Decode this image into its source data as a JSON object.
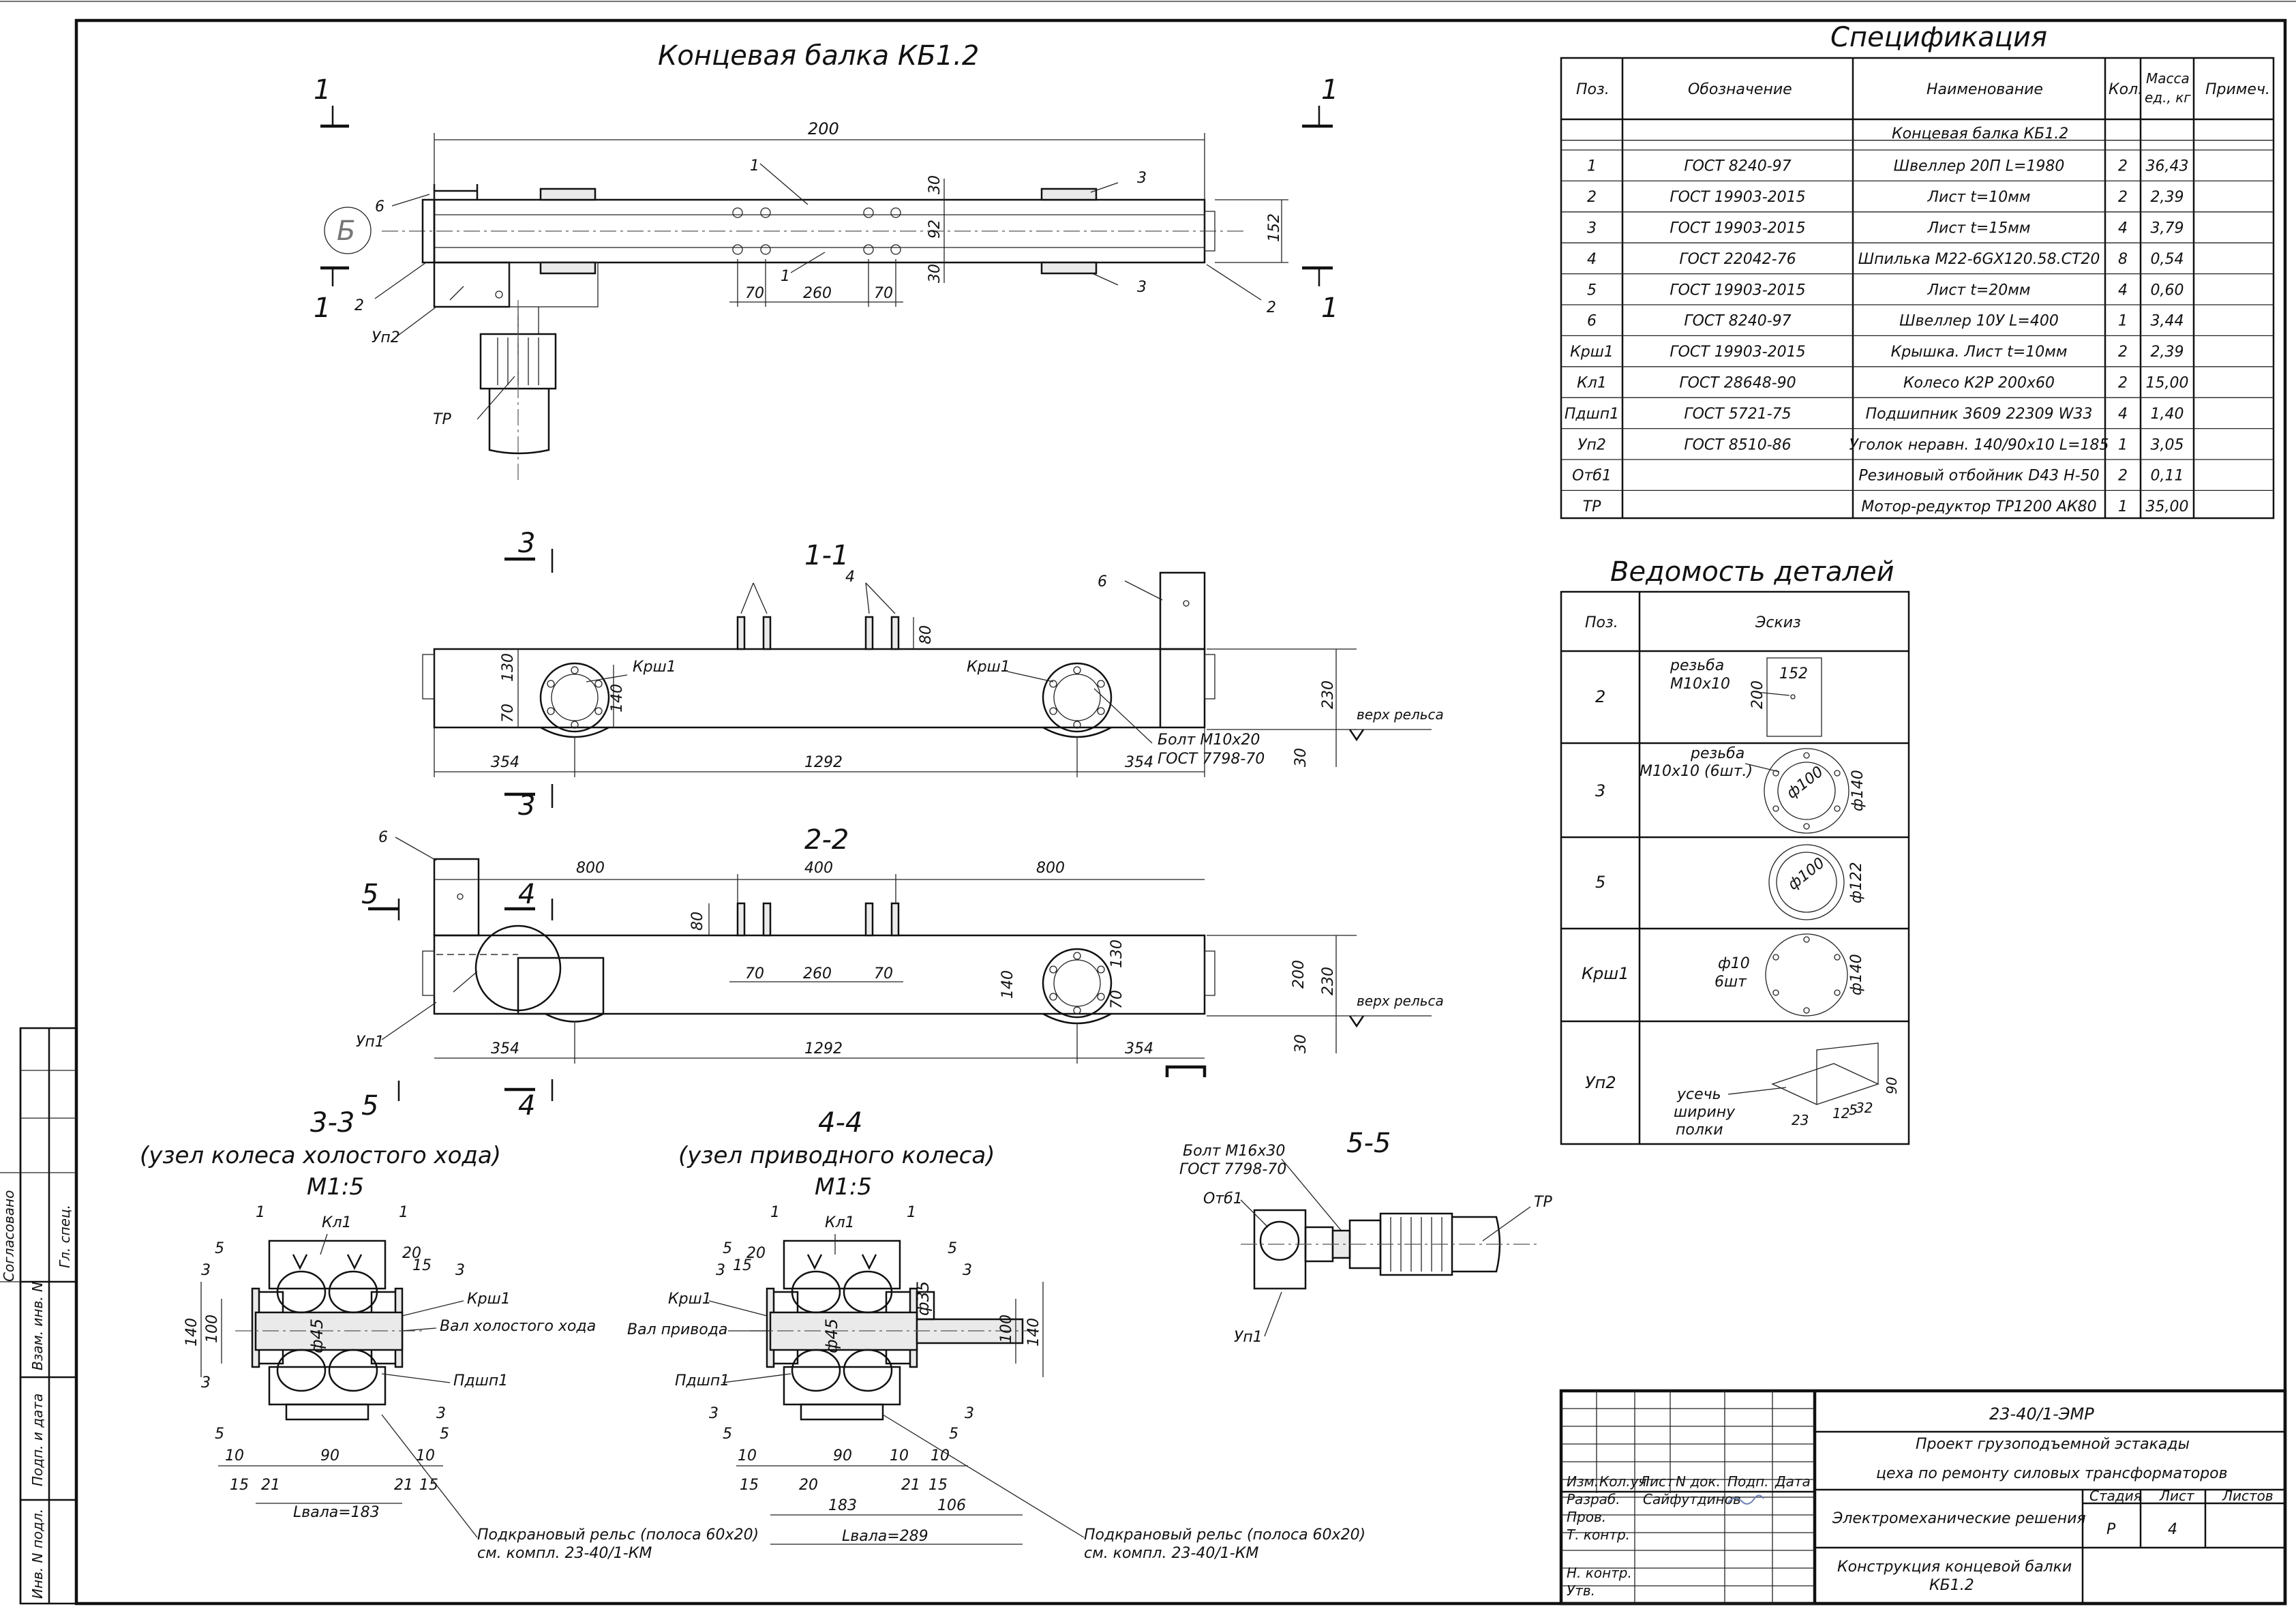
{
  "main_title": "Концевая балка КБ1.2",
  "view_markers": {
    "cut1_left": "1",
    "cut1_right": "1",
    "b_marker": "Б",
    "cut3": "3",
    "cut4": "4",
    "cut5": "5"
  },
  "top_view": {
    "dim_length": "200",
    "dim_30_top": "30",
    "dim_92": "92",
    "dim_30_bot": "30",
    "dim_152": "152",
    "dim_70a": "70",
    "dim_260": "260",
    "dim_70b": "70",
    "pos1a": "1",
    "pos1b": "1",
    "pos2a": "2",
    "pos2b": "2",
    "pos3a": "3",
    "pos3b": "3",
    "pos6": "6",
    "up2": "Уп2",
    "tr": "ТР"
  },
  "section_1_1": {
    "title": "1-1",
    "pos4": "4",
    "pos6": "6",
    "dim_80": "80",
    "dim_130": "130",
    "dim_70": "70",
    "dim_140": "140",
    "krsh_left": "Крш1",
    "krsh_right": "Крш1",
    "bolt_line1": "Болт М10х20",
    "bolt_line2": "ГОСТ 7798-70",
    "dim_354a": "354",
    "dim_1292": "1292",
    "dim_354b": "354",
    "dim_230": "230",
    "dim_30": "30",
    "rail_top": "верх рельса"
  },
  "section_2_2": {
    "title": "2-2",
    "pos6": "6",
    "dim_800a": "800",
    "dim_400": "400",
    "dim_800b": "800",
    "dim_80": "80",
    "dim_70a": "70",
    "dim_260": "260",
    "dim_70b": "70",
    "dim_140": "140",
    "dim_130": "130",
    "dim_70c": "70",
    "dim_200": "200",
    "dim_230": "230",
    "dim_30": "30",
    "rail_top": "верх рельса",
    "up1": "Уп1",
    "dim_354a": "354",
    "dim_1292": "1292",
    "dim_354b": "354"
  },
  "section_3_3": {
    "title": "3-3",
    "subtitle": "(узел колеса холостого хода)",
    "scale": "М1:5",
    "kl1": "Кл1",
    "krsh1": "Крш1",
    "shaft": "Вал холостого хода",
    "pdsh1": "Пдшп1",
    "phi45": "ф45",
    "dim_140": "140",
    "dim_100": "100",
    "dims_bottom": [
      "10",
      "15",
      "21",
      "90",
      "21",
      "15",
      "10"
    ],
    "lval": "Lвала=183",
    "rail_note_1": "Подкрановый рельс (полоса 60х20)",
    "rail_note_2": "см. компл. 23-40/1-КМ"
  },
  "section_4_4": {
    "title": "4-4",
    "subtitle": "(узел приводного колеса)",
    "scale": "М1:5",
    "kl1": "Кл1",
    "krsh1": "Крш1",
    "shaft": "Вал привода",
    "pdsh1": "Пдшп1",
    "phi45": "ф45",
    "phi35": "ф35",
    "dim_140": "140",
    "dim_100": "100",
    "dims_bottom": [
      "10",
      "15",
      "20",
      "90",
      "10",
      "21",
      "15",
      "10"
    ],
    "dim_183": "183",
    "dim_106": "106",
    "lval": "Lвала=289",
    "rail_note_1": "Подкрановый рельс (полоса 60х20)",
    "rail_note_2": "см. компл. 23-40/1-КМ"
  },
  "section_5_5": {
    "title": "5-5",
    "bolt_line1": "Болт М16х30",
    "bolt_line2": "ГОСТ 7798-70",
    "otb1": "Отб1",
    "tr": "ТР",
    "up1": "Уп1"
  },
  "specification": {
    "title": "Спецификация",
    "headers": [
      "Поз.",
      "Обозначение",
      "Наименование",
      "Кол.",
      "Масса ед., кг",
      "Примеч."
    ],
    "group_row": "Концевая балка КБ1.2",
    "rows": [
      [
        "1",
        "ГОСТ 8240-97",
        "Швеллер 20П L=1980",
        "2",
        "36,43",
        ""
      ],
      [
        "2",
        "ГОСТ 19903-2015",
        "Лист t=10мм",
        "2",
        "2,39",
        ""
      ],
      [
        "3",
        "ГОСТ 19903-2015",
        "Лист t=15мм",
        "4",
        "3,79",
        ""
      ],
      [
        "4",
        "ГОСТ 22042-76",
        "Шпилька М22-6GX120.58.СТ20",
        "8",
        "0,54",
        ""
      ],
      [
        "5",
        "ГОСТ 19903-2015",
        "Лист t=20мм",
        "4",
        "0,60",
        ""
      ],
      [
        "6",
        "ГОСТ 8240-97",
        "Швеллер 10У L=400",
        "1",
        "3,44",
        ""
      ],
      [
        "Крш1",
        "ГОСТ 19903-2015",
        "Крышка. Лист t=10мм",
        "2",
        "2,39",
        ""
      ],
      [
        "Кл1",
        "ГОСТ 28648-90",
        "Колесо К2Р 200х60",
        "2",
        "15,00",
        ""
      ],
      [
        "Пдшп1",
        "ГОСТ 5721-75",
        "Подшипник 3609 22309 W33",
        "4",
        "1,40",
        ""
      ],
      [
        "Уп2",
        "ГОСТ 8510-86",
        "Уголок неравн. 140/90х10 L=185",
        "1",
        "3,05",
        ""
      ],
      [
        "Отб1",
        "",
        "Резиновый отбойник D43 H-50",
        "2",
        "0,11",
        ""
      ],
      [
        "ТР",
        "",
        "Мотор-редуктор ТР1200 АК80",
        "1",
        "35,00",
        ""
      ]
    ]
  },
  "details": {
    "title": "Ведомость деталей",
    "headers": [
      "Поз.",
      "Эскиз"
    ],
    "rows": [
      "2",
      "3",
      "5",
      "Крш1",
      "Уп2"
    ],
    "sketch2": {
      "thread": "резьба",
      "thread_size": "М10х10",
      "w": "152",
      "h": "200"
    },
    "sketch3": {
      "thread": "резьба",
      "thread_size": "М10х10 (6шт.)",
      "inner": "ф100",
      "outer": "ф140"
    },
    "sketch5": {
      "inner": "ф100",
      "outer": "ф122"
    },
    "sketch_krsh": {
      "holes": "ф10",
      "holes_count": "6шт",
      "outer": "ф140"
    },
    "sketch_up2": {
      "note1": "усечь",
      "note2": "ширину",
      "note3": "полки",
      "d23": "23",
      "d12": "12",
      "d5": "5",
      "d32": "32",
      "d90": "90"
    }
  },
  "title_block": {
    "code": "23-40/1-ЭМР",
    "project_1": "Проект грузоподъемной эстакады",
    "project_2": "цеха по ремонту силовых трансформаторов",
    "section": "Электромеханические решения",
    "drawing_1": "Конструкция концевой балки",
    "drawing_2": "КБ1.2",
    "col_headers": [
      "Изм.",
      "Кол.уч",
      "Лист",
      "N док.",
      "Подп.",
      "Дата"
    ],
    "roles": [
      "Разраб.",
      "Пров.",
      "Т. контр.",
      "",
      "Н. контр.",
      "Утв."
    ],
    "developer": "Сайфутдинов",
    "stage_label": "Стадия",
    "sheet_label": "Лист",
    "sheets_label": "Листов",
    "stage": "Р",
    "sheet": "4",
    "sheets": ""
  },
  "side_stamp": {
    "agreed": "Согласовано",
    "labels": [
      "Гл. спец.",
      "Взам. инв. N",
      "Подп. и дата",
      "Инв. N подл."
    ]
  }
}
